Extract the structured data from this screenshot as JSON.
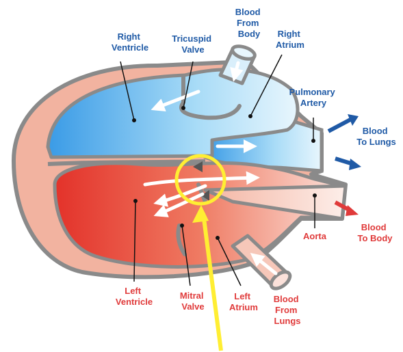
{
  "labels": {
    "right_ventricle": [
      "Right",
      "Ventricle"
    ],
    "tricuspid_valve": [
      "Tricuspid",
      "Valve"
    ],
    "blood_from_body": [
      "Blood",
      "From",
      "Body"
    ],
    "right_atrium": [
      "Right",
      "Atrium"
    ],
    "pulmonary_artery": [
      "Pulmonary",
      "Artery"
    ],
    "blood_to_lungs": [
      "Blood",
      "To Lungs"
    ],
    "left_ventricle": [
      "Left",
      "Ventricle"
    ],
    "mitral_valve": [
      "Mitral",
      "Valve"
    ],
    "left_atrium": [
      "Left",
      "Atrium"
    ],
    "blood_from_lungs": [
      "Blood",
      "From",
      "Lungs"
    ],
    "aorta": [
      "Aorta"
    ],
    "blood_to_body": [
      "Blood",
      "To Body"
    ]
  },
  "colors": {
    "deoxygenated_blue": "#4aa3e8",
    "oxygenated_red": "#e63a2e",
    "muscle": "#f2b3a0",
    "outline": "#8a8a8a",
    "highlight": "#ffee33",
    "label_blue": "#1f5aa6",
    "label_red": "#e03a3a"
  }
}
